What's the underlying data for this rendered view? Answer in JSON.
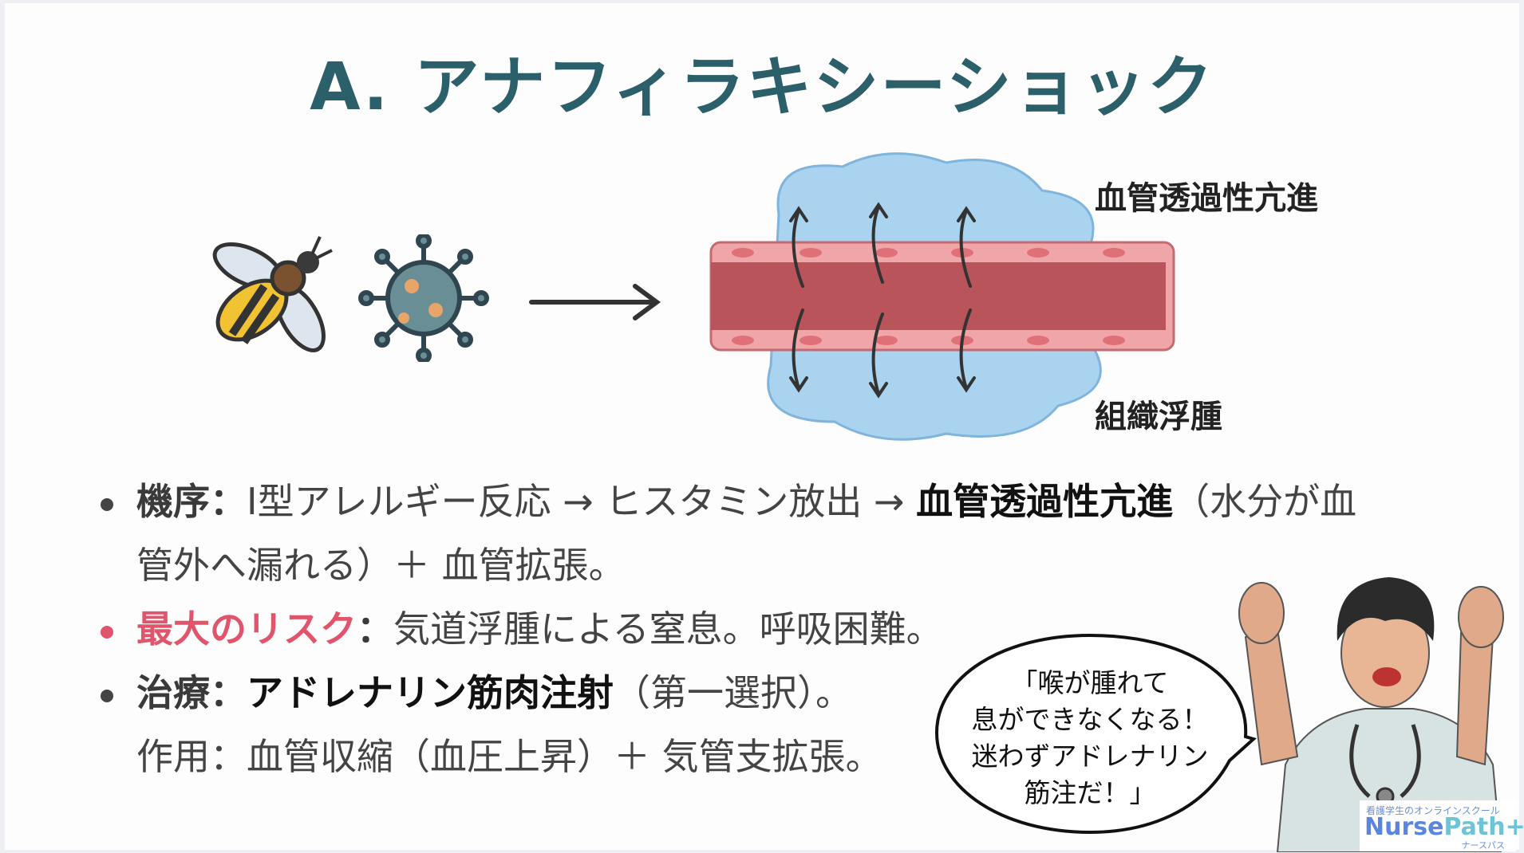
{
  "title": "A. アナフィラキシーショック",
  "diagram": {
    "label_top": "血管透過性亢進",
    "label_bottom": "組織浮腫"
  },
  "bullets": [
    {
      "head": "機序",
      "sep": "：",
      "text1": "I型アレルギー反応 → ヒスタミン放出 → ",
      "bold": "血管透過性亢進",
      "text2": "（水分が血",
      "cont": "管外へ漏れる）＋ 血管拡張。"
    },
    {
      "head": "最大のリスク",
      "sep": "：",
      "text1": "気道浮腫による窒息。呼吸困難。"
    },
    {
      "head": "治療",
      "sep": "：",
      "bold": "アドレナリン筋肉注射",
      "text2": "（第一選択）。",
      "cont": "作用：血管収縮（血圧上昇）＋ 気管支拡張。"
    }
  ],
  "speech": [
    "「喉が腫れて",
    "息ができなくなる！",
    "迷わずアドレナリン",
    "筋注だ！」"
  ],
  "logo": {
    "sub": "看護学生のオンラインスクール",
    "name_a": "Nurse",
    "name_b": "Path+",
    "kana": "ナースパス"
  },
  "colors": {
    "title": "#2b5f6a",
    "risk": "#e0556c",
    "vessel": "#b9555a",
    "edema": "#a9d3ef"
  }
}
